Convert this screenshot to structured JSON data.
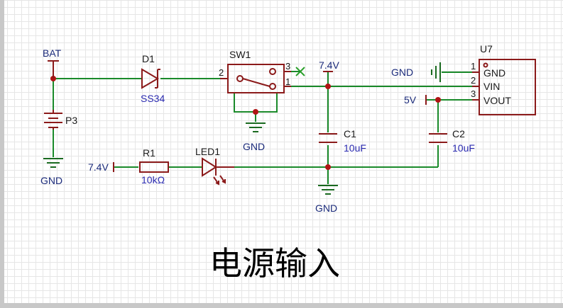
{
  "title": "电源输入",
  "colors": {
    "wire": "#1a8a2a",
    "component": "#8b1a1a",
    "net_label": "#1a2a7a",
    "value": "#2a2ab0",
    "junction": "#b01414"
  },
  "nets": {
    "bat": "BAT",
    "gnd": "GND",
    "v74_top": "7.4V",
    "v74_left": "7.4V",
    "v5": "5V"
  },
  "components": {
    "p3": {
      "ref": "P3"
    },
    "d1": {
      "ref": "D1",
      "value": "SS34"
    },
    "sw1": {
      "ref": "SW1",
      "pins": [
        "1",
        "2",
        "3"
      ]
    },
    "r1": {
      "ref": "R1",
      "value": "10kΩ"
    },
    "led1": {
      "ref": "LED1"
    },
    "c1": {
      "ref": "C1",
      "value": "10uF"
    },
    "c2": {
      "ref": "C2",
      "value": "10uF"
    },
    "u7": {
      "ref": "U7",
      "pins": [
        {
          "num": "1",
          "name": "GND"
        },
        {
          "num": "2",
          "name": "VIN"
        },
        {
          "num": "3",
          "name": "VOUT"
        }
      ]
    }
  }
}
